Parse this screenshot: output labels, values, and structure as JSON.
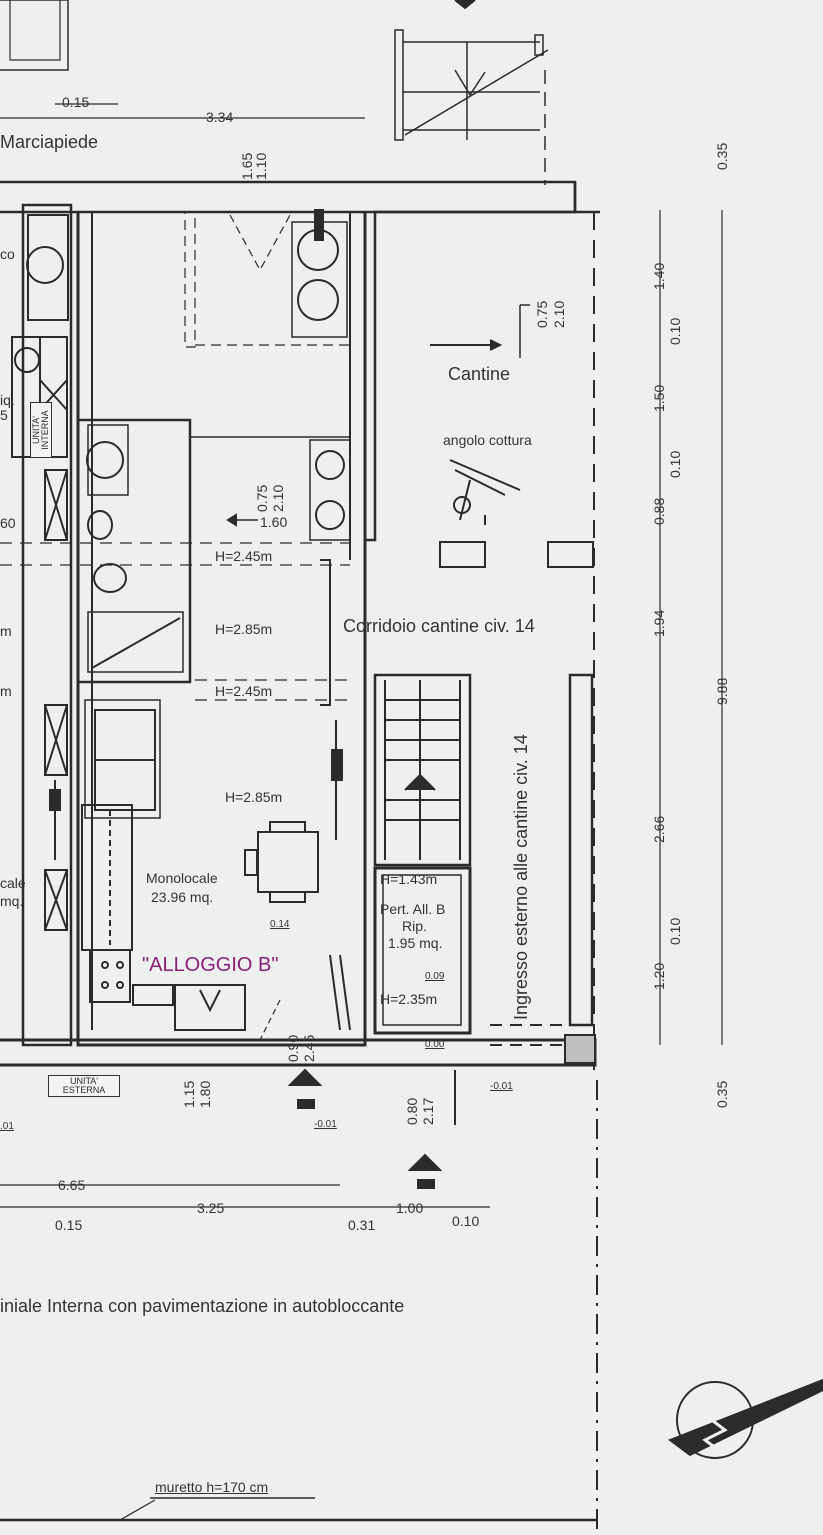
{
  "labels": {
    "marciapiede": "Marciapiede",
    "cantine": "Cantine",
    "angolo_cottura": "angolo cottura",
    "corridoio": "Corridoio cantine civ. 14",
    "ingresso": "Ingresso esterno alle cantine civ. 14",
    "monolocale": "Monolocale",
    "monolocale_area": "23.96 mq.",
    "alloggio": "\"ALLOGGIO B\"",
    "pert_title": "Pert. All. B",
    "pert_rip": "Rip.",
    "pert_area": "1.95 mq.",
    "h_243": "H=1.43m",
    "h_235": "H=2.35m",
    "h_245a": "H=2.45m",
    "h_285a": "H=2.85m",
    "h_245b": "H=2.45m",
    "h_285b": "H=2.85m",
    "left_cale": "cale",
    "left_mq": "mq.",
    "left_m1": "m",
    "left_m2": "m",
    "left_60": "60",
    "left_iq": "iq.",
    "left_5": "5",
    "left_co": "co",
    "unita_interna": "UNITA' INTERNA",
    "unita_esterna": "UNITA' ESTERNA",
    "bottom_text": "iniale Interna con pavimentazione in autobloccante",
    "muretto": "muretto h=170 cm"
  },
  "dimensions": {
    "top_015": "0.15",
    "top_334": "3.34",
    "top_165": "1.65",
    "top_110": "1.10",
    "door_075": "0.75",
    "door_210": "2.10",
    "win_075": "0.75",
    "win_210": "2.10",
    "win_160": "1.60",
    "lvl_014": "0.14",
    "lvl_009": "0.09",
    "lvl_000": "0.00",
    "lvl_m001a": "-0.01",
    "lvl_m001b": "-0.01",
    "lvl_m001c": ".01",
    "b_115": "1.15",
    "b_180": "1.80",
    "b_090": "0.90",
    "b_245": "2.45",
    "b_080": "0.80",
    "b_217": "2.17",
    "bot_665": "6.65",
    "bot_325": "3.25",
    "bot_100": "1.00",
    "bot_015": "0.15",
    "bot_031": "0.31",
    "bot_010": "0.10",
    "r_035a": "0.35",
    "r_140": "1.40",
    "r_010a": "0.10",
    "r_150": "1.50",
    "r_010b": "0.10",
    "r_088": "0.88",
    "r_194": "1.94",
    "r_988": "9.88",
    "r_266": "2.66",
    "r_010c": "0.10",
    "r_120": "1.20",
    "r_035b": "0.35"
  },
  "colors": {
    "background": "#eef0ef",
    "line": "#2b2b2e",
    "accent": "#8a1f7a"
  },
  "icons": [
    "compass-north-icon",
    "level-marker-icon",
    "ac-unit-icon"
  ]
}
